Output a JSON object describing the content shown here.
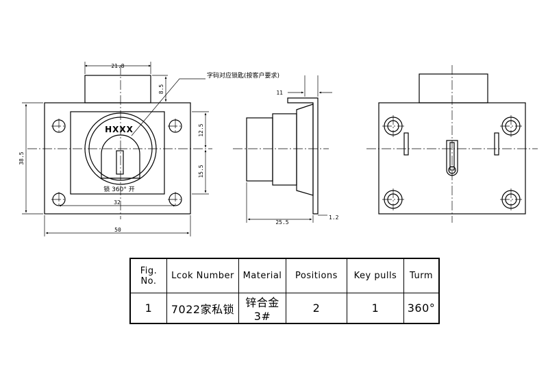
{
  "drawing": {
    "front_view": {
      "stamp_text": "HXXX",
      "rotation_text": "锁 360° 开",
      "callout_text": "字码对应锁匙(按客户要求)",
      "dims": {
        "top_width": "21.8",
        "top_height": "8.5",
        "upper_height": "12.5",
        "lower_height": "15.5",
        "total_height": "38.5",
        "hole_spacing": "32",
        "total_width": "50"
      }
    },
    "side_view": {
      "dims": {
        "plate_thickness": "11",
        "depth": "25.5",
        "flange": "1.2"
      }
    }
  },
  "spec_table": {
    "headers": [
      "Fig. No.",
      "Lcok Number",
      "Material",
      "Positions",
      "Key pulls",
      "Turm"
    ],
    "row": {
      "fig": "1",
      "lock_number": "7022家私锁",
      "material": "锌合金3#",
      "positions": "2",
      "key_pulls": "1",
      "turn": "360°"
    }
  }
}
